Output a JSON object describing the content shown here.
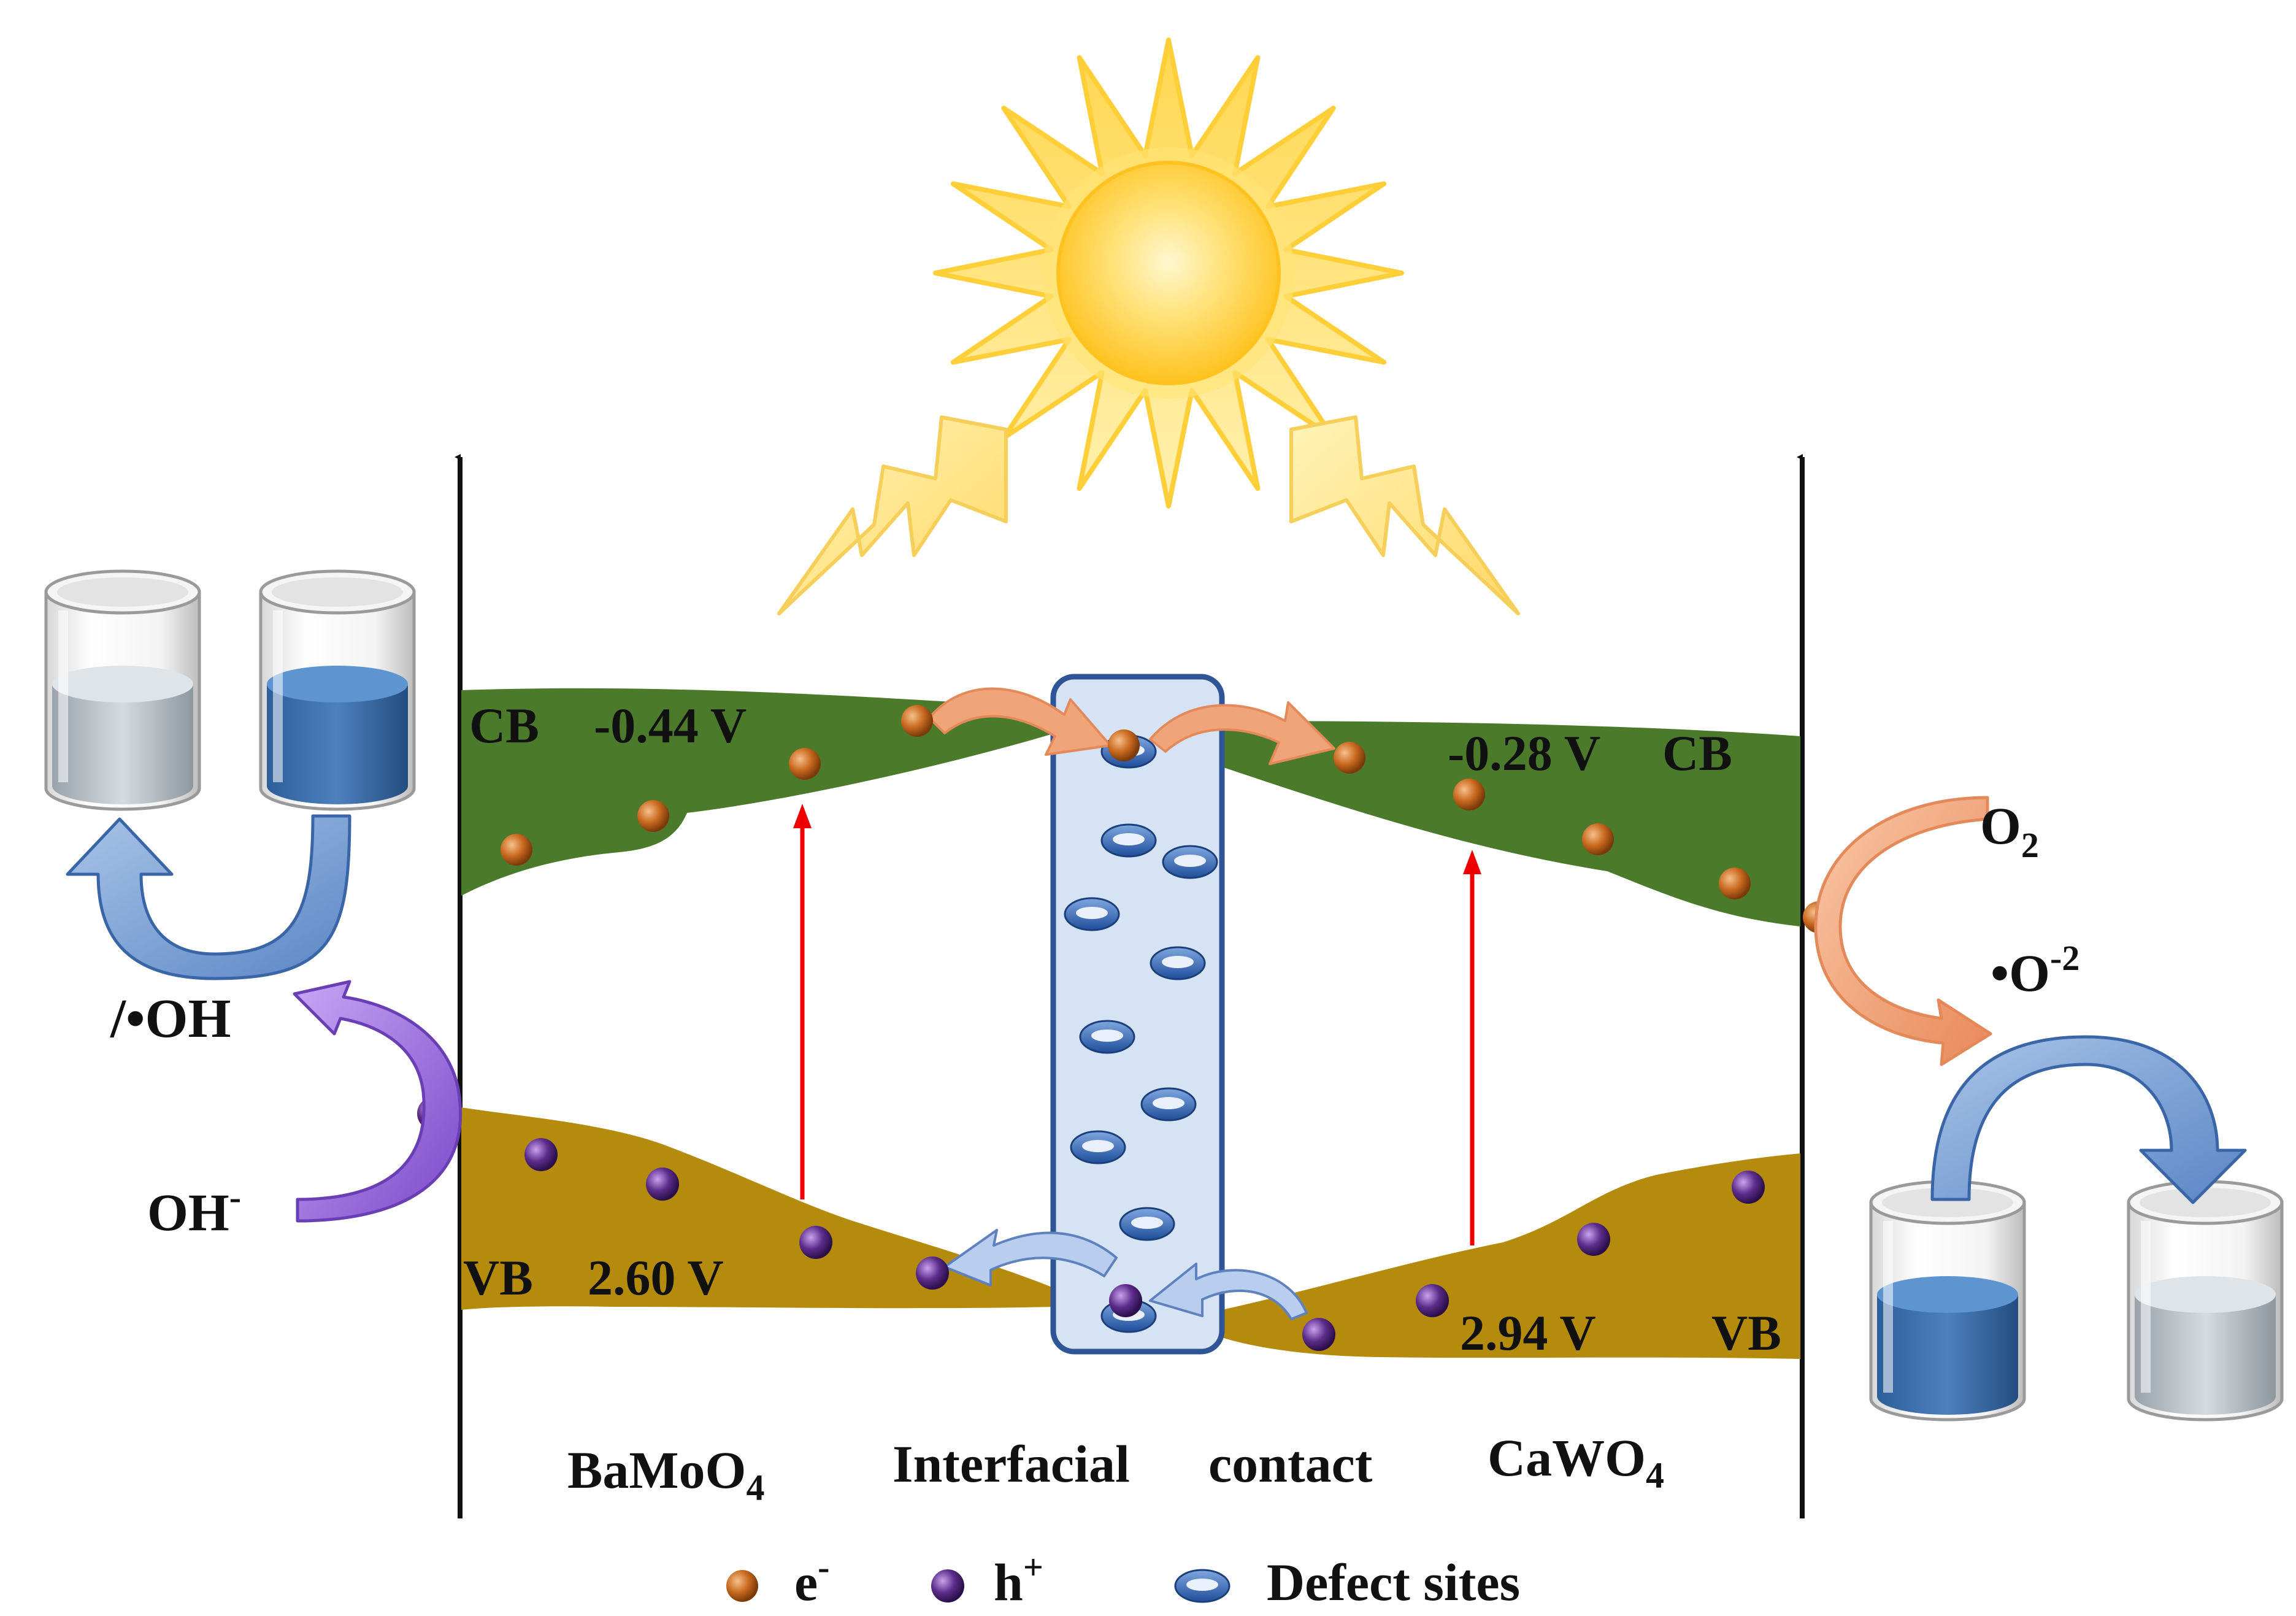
{
  "bamoo4": {
    "cb_label": "CB",
    "cb_potential": "-0.44 V",
    "vb_label": "VB",
    "vb_potential": "2.60 V",
    "name_main": "BaMoO",
    "name_sub": "4"
  },
  "cawo4": {
    "cb_label": "CB",
    "cb_potential": "-0.28 V",
    "vb_label": "VB",
    "vb_potential": "2.94 V",
    "name_main": "CaWO",
    "name_sub": "4"
  },
  "interface": {
    "label_a": "Interfacial",
    "label_b": "contact"
  },
  "left_reaction": {
    "reactant_main": "OH",
    "reactant_sup": "-",
    "product": "/•OH"
  },
  "right_reaction": {
    "reactant_main": "O",
    "reactant_sub": "2",
    "product_main": "•O",
    "product_sup": "-2"
  },
  "legend": {
    "electron_main": "e",
    "electron_sup": "-",
    "hole_main": "h",
    "hole_sup": "+",
    "defect": "Defect sites"
  },
  "colors": {
    "cb_band": "#4a7a2a",
    "vb_band": "#b58b0e",
    "electron": "#c96a20",
    "hole": "#5c2d8a",
    "excitation_arrow": "#ee0000",
    "interface_box_fill": "#d6e3f5",
    "interface_box_stroke": "#2f5597",
    "sun": "#ffd23a"
  },
  "icons": [
    "sun-icon",
    "beaker-icon",
    "electron-icon",
    "hole-icon",
    "defect-site-icon"
  ]
}
